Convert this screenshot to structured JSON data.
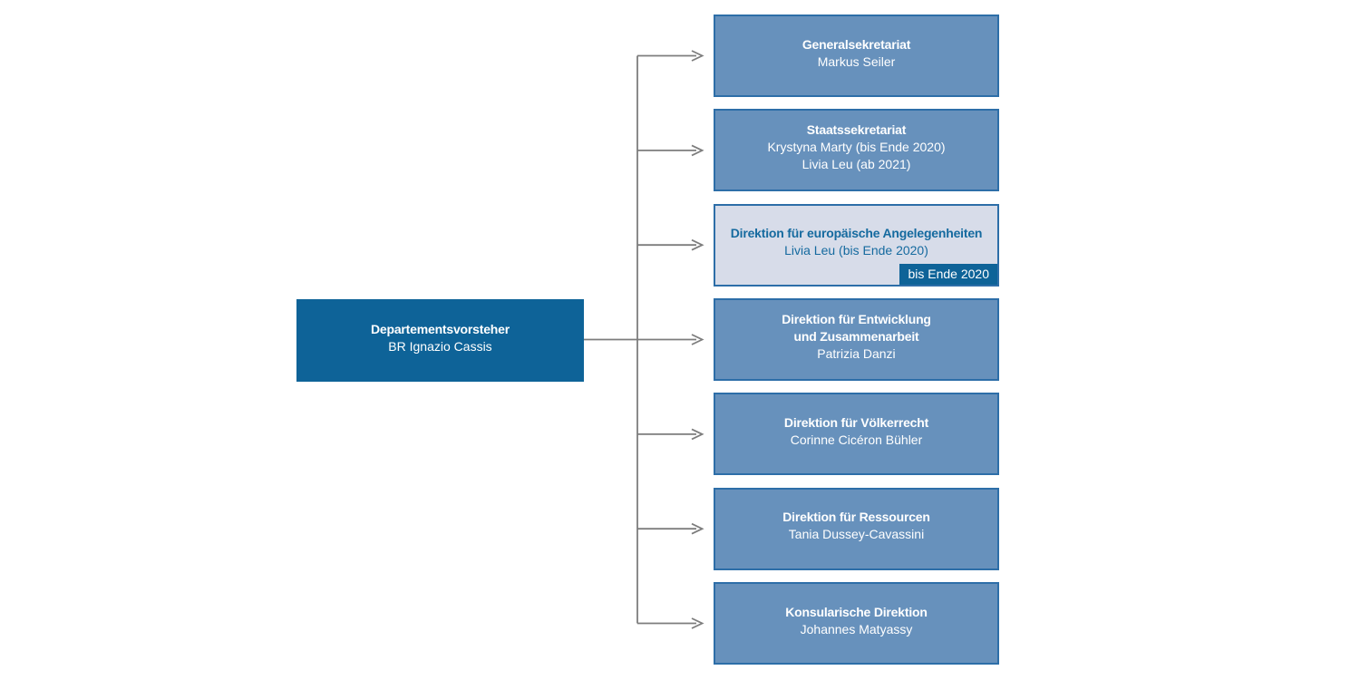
{
  "colors": {
    "root_fill": "#0e6398",
    "unit_fill": "#6791bc",
    "unit_border": "#2d6ea8",
    "unit_text": "#ffffff",
    "highlight_fill": "#d7dce9",
    "highlight_text": "#156a9f",
    "badge_fill": "#0e6398",
    "badge_text": "#ffffff",
    "connector": "#7d7d7d"
  },
  "root": {
    "title": "Departementsvorsteher",
    "person": "BR Ignazio Cassis"
  },
  "units": [
    {
      "title": "Generalsekretariat",
      "people": "Markus Seiler"
    },
    {
      "title": "Staatssekretariat",
      "people": "Krystyna Marty (bis Ende 2020)\nLivia Leu (ab 2021)"
    },
    {
      "title": "Direktion für europäische Angelegenheiten",
      "people": "Livia Leu (bis Ende 2020)",
      "badge": "bis Ende 2020"
    },
    {
      "title": "Direktion für Entwicklung\nund Zusammenarbeit",
      "people": "Patrizia Danzi"
    },
    {
      "title": "Direktion für Völkerrecht",
      "people": "Corinne Cicéron Bühler"
    },
    {
      "title": "Direktion für Ressourcen",
      "people": "Tania Dussey-Cavassini"
    },
    {
      "title": "Konsularische Direktion",
      "people": "Johannes Matyassy"
    }
  ]
}
